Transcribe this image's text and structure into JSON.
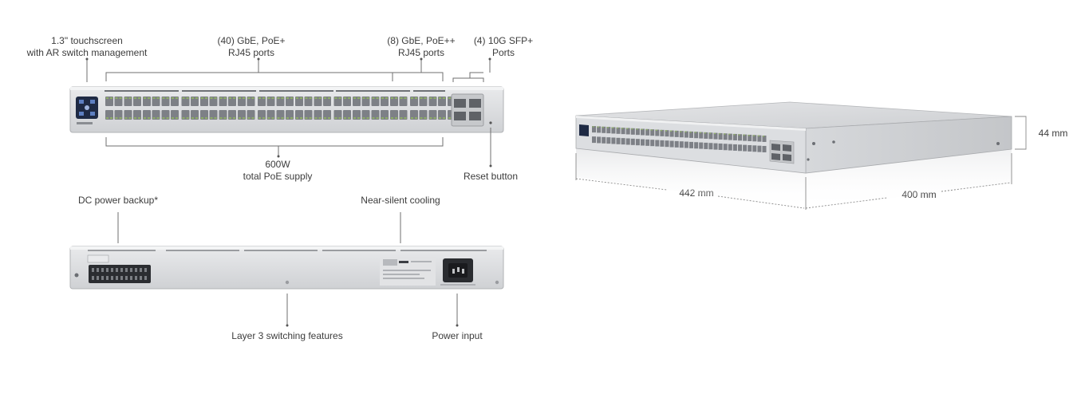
{
  "front_panel": {
    "touchscreen": {
      "line1": "1.3\" touchscreen",
      "line2": "with AR switch management"
    },
    "poe_plus_ports": {
      "line1": "(40) GbE, PoE+",
      "line2": "RJ45 ports"
    },
    "poe_plusplus_ports": {
      "line1": "(8) GbE, PoE++",
      "line2": "RJ45 ports"
    },
    "sfp_ports": {
      "line1": "(4) 10G SFP+",
      "line2": "Ports"
    },
    "poe_supply": {
      "line1": "600W",
      "line2": "total PoE supply"
    },
    "reset_button": "Reset button"
  },
  "rear_panel": {
    "dc_backup": "DC power backup*",
    "cooling": "Near-silent cooling",
    "layer3": "Layer 3 switching features",
    "power_input": "Power input"
  },
  "dimensions": {
    "height": "44 mm",
    "width": "442 mm",
    "depth": "400 mm"
  },
  "colors": {
    "chassis": "#d4d6d9",
    "chassis_edge": "#a9abae",
    "port": "#7d8086",
    "port_led": "#8fae68",
    "screen": "#1e2a44",
    "line": "#6f6f6f"
  }
}
